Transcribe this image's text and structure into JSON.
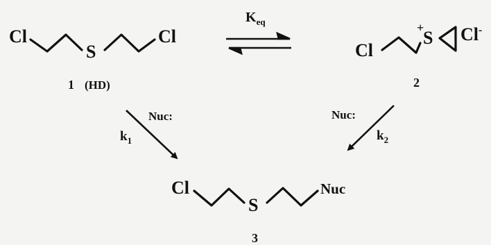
{
  "compound_1": {
    "left_cl": "Cl",
    "sulfur": "S",
    "right_cl": "Cl",
    "number": "1",
    "abbrev": "(HD)"
  },
  "compound_2": {
    "cl": "Cl",
    "charge": "+",
    "sulfur": "S",
    "counter_ion": "Cl",
    "counter_charge": "-",
    "number": "2"
  },
  "compound_3": {
    "cl": "Cl",
    "sulfur": "S",
    "nuc": "Nuc",
    "number": "3"
  },
  "equilibrium": {
    "k_letter": "K",
    "k_sub": "eq"
  },
  "step_1": {
    "reagent": "Nuc:",
    "k_letter": "k",
    "k_sub": "1"
  },
  "step_2": {
    "reagent": "Nuc:",
    "k_letter": "k",
    "k_sub": "2"
  }
}
